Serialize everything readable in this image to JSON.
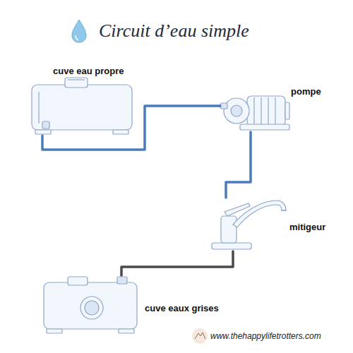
{
  "diagram": {
    "title": "Circuit d’eau simple",
    "nodes": [
      {
        "text": [
          "cuve eau propre"
        ]
      },
      {
        "text": [
          "pompe"
        ]
      },
      {
        "text": [
          "mitigeur"
        ]
      },
      {
        "text": [
          "cuve eaux grises"
        ]
      }
    ],
    "edges": [
      {
        "from": 0,
        "to": 1,
        "arrow": "none"
      },
      {
        "from": 1,
        "to": 2,
        "arrow": "none"
      },
      {
        "from": 2,
        "to": 3,
        "arrow": "none"
      }
    ],
    "labels": [
      "www.thehappylifetrotters.com"
    ]
  }
}
